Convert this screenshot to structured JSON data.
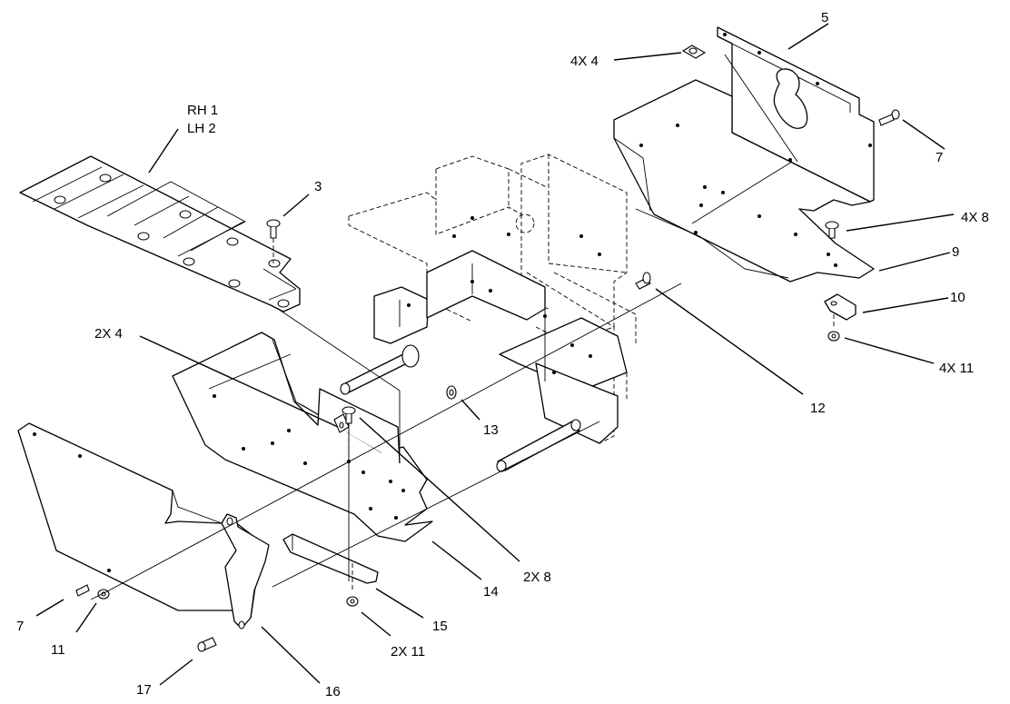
{
  "callouts": {
    "rh1": "RH 1",
    "lh2": "LH 2",
    "c3": "3",
    "c5": "5",
    "c4x4": "4X 4",
    "c7_right": "7",
    "c4x8": "4X 8",
    "c9": "9",
    "c10": "10",
    "c4x11": "4X 11",
    "c12": "12",
    "c13": "13",
    "c2x4": "2X 4",
    "c2x8": "2X 8",
    "c14": "14",
    "c15": "15",
    "c2x11": "2X 11",
    "c7_left": "7",
    "c11": "11",
    "c17": "17",
    "c16": "16"
  }
}
